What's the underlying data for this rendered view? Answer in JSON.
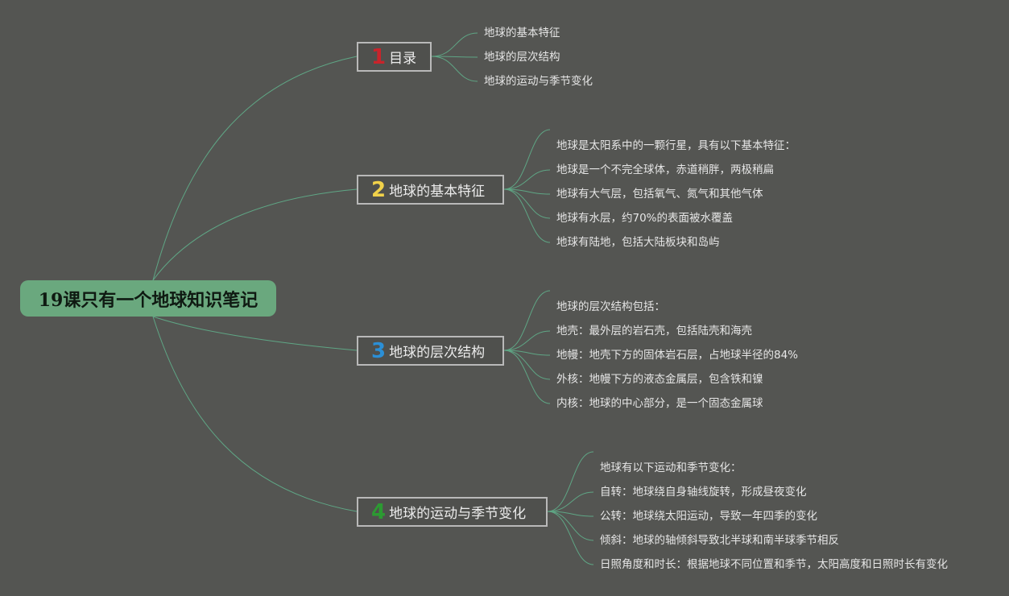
{
  "root": {
    "title": "19课只有一个地球知识笔记"
  },
  "colors": {
    "line": "#5fa685",
    "num1": "#c9242b",
    "num2": "#f1d24a",
    "num3": "#2b8fd6",
    "num4": "#2c9a32"
  },
  "topics": [
    {
      "num": "1",
      "label": "目录",
      "items": [
        "地球的基本特征",
        "地球的层次结构",
        "地球的运动与季节变化"
      ]
    },
    {
      "num": "2",
      "label": "地球的基本特征",
      "items": [
        "地球是太阳系中的一颗行星，具有以下基本特征：",
        "地球是一个不完全球体，赤道稍胖，两极稍扁",
        "地球有大气层，包括氧气、氮气和其他气体",
        "地球有水层，约70%的表面被水覆盖",
        "地球有陆地，包括大陆板块和岛屿"
      ]
    },
    {
      "num": "3",
      "label": "地球的层次结构",
      "items": [
        "地球的层次结构包括：",
        "地壳：最外层的岩石壳，包括陆壳和海壳",
        "地幔：地壳下方的固体岩石层，占地球半径的84%",
        "外核：地幔下方的液态金属层，包含铁和镍",
        "内核：地球的中心部分，是一个固态金属球"
      ]
    },
    {
      "num": "4",
      "label": "地球的运动与季节变化",
      "items": [
        "地球有以下运动和季节变化：",
        "自转：地球绕自身轴线旋转，形成昼夜变化",
        "公转：地球绕太阳运动，导致一年四季的变化",
        "倾斜：地球的轴倾斜导致北半球和南半球季节相反",
        "日照角度和时长：根据地球不同位置和季节，太阳高度和日照时长有变化"
      ]
    }
  ]
}
